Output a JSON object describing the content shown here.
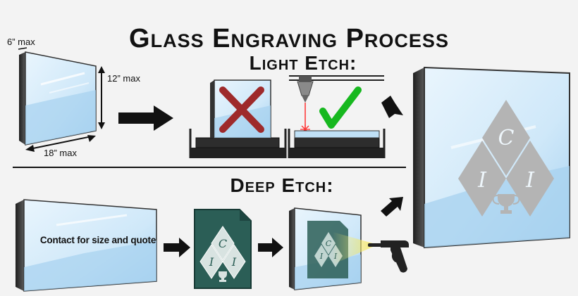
{
  "title": "Glass Engraving Process",
  "sections": {
    "light": {
      "title": "Light Etch:"
    },
    "deep": {
      "title": "Deep Etch:"
    }
  },
  "dimensions": {
    "depth": "6” max",
    "height": "12” max",
    "width": "18” max"
  },
  "contact_text": "Contact for size and quote",
  "logo": {
    "letters": [
      "C",
      "I",
      "I"
    ]
  },
  "colors": {
    "glass_light": "#d6ecfa",
    "glass_mid": "#a9d3f0",
    "frame_dark": "#3a3a3a",
    "cross_red": "#9e2a2b",
    "check_green": "#17b81f",
    "stencil_teal": "#2b5e56",
    "logo_gray": "#b4b4b4",
    "laser_red": "#ff3030",
    "spray_yellow": "#f4e96a"
  },
  "icons": [
    "arrow-right-icon",
    "cross-icon",
    "checkmark-icon",
    "laser-head-icon",
    "sandblast-gun-icon",
    "trophy-icon"
  ]
}
